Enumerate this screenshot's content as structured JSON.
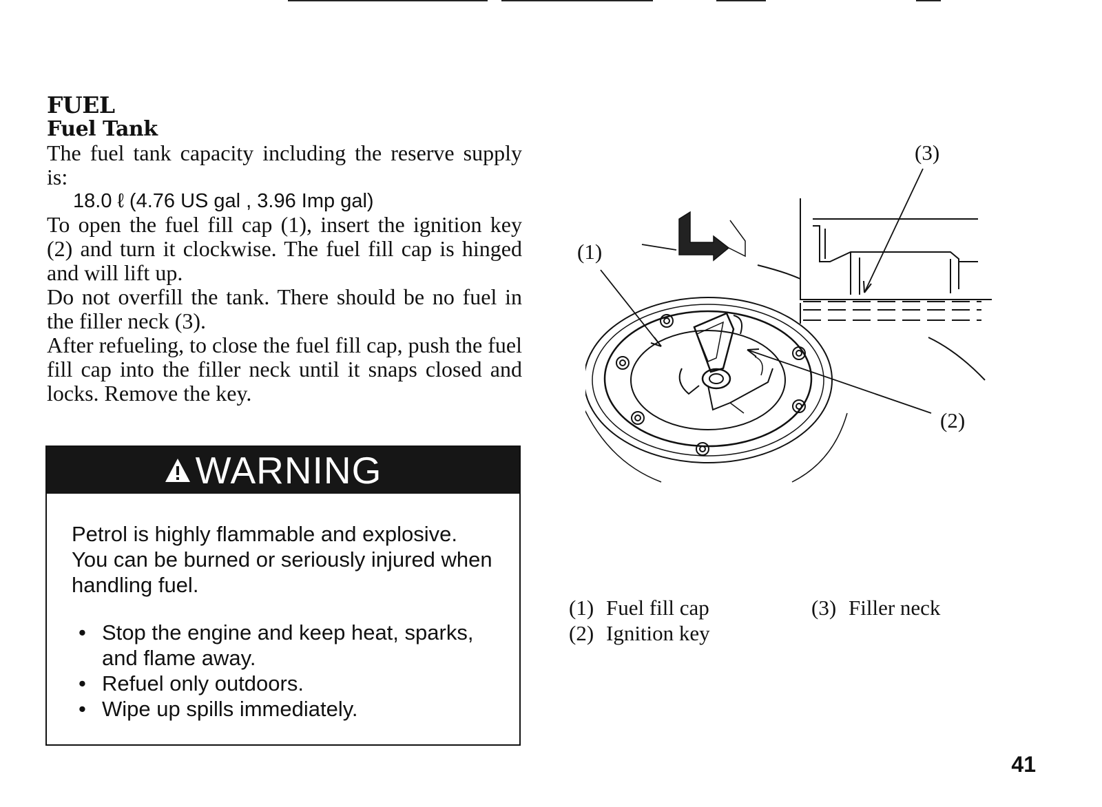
{
  "section_title": "FUEL",
  "subsection_title": "Fuel Tank",
  "paragraphs": {
    "capacity_intro": "The fuel tank capacity including the reserve supply is:",
    "capacity_value": "18.0 ℓ (4.76 US gal , 3.96 Imp gal)",
    "open_instructions": "To open the fuel fill cap (1), insert the ignition key (2) and turn it clockwise. The fuel fill cap is hinged and will lift up.",
    "overfill_note": "Do not overfill the tank. There should be no fuel in the filler neck (3).",
    "close_instructions": "After refueling, to close the fuel fill cap, push the fuel fill cap into the filler neck until it snaps closed and locks. Remove the key."
  },
  "warning": {
    "title": "WARNING",
    "intro": "Petrol is highly flammable and explosive. You can be burned or seriously injured when handling fuel.",
    "bullets": [
      "Stop the engine and keep heat, sparks, and flame away.",
      "Refuel only outdoors.",
      "Wipe up spills immediately."
    ]
  },
  "figure": {
    "callouts": [
      "(1)",
      "(2)",
      "(3)"
    ]
  },
  "captions": [
    {
      "num": "(1)",
      "text": "Fuel fill cap"
    },
    {
      "num": "(2)",
      "text": "Ignition key"
    },
    {
      "num": "(3)",
      "text": "Filler neck"
    }
  ],
  "page_number": "41"
}
